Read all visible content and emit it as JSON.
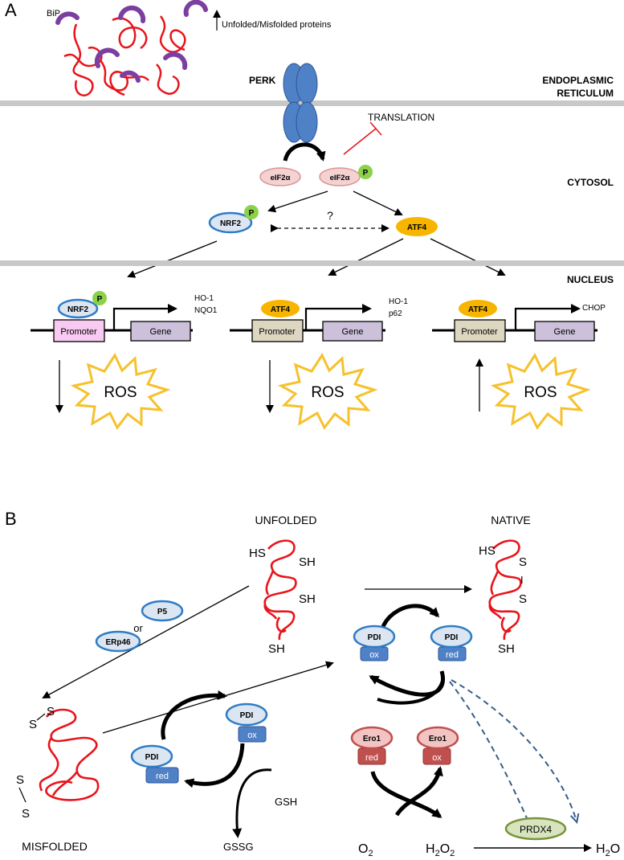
{
  "panel_a": {
    "label": "A",
    "bip": "BiP",
    "unfolded_note": "Unfolded/Misfolded proteins",
    "perk": "PERK",
    "er_label_1": "ENDOPLASMIC",
    "er_label_2": "RETICULUM",
    "translation": "TRANSLATION",
    "eif2a": "eIF2α",
    "eif2a_p": "eIF2α",
    "p": "P",
    "cytosol": "CYTOSOL",
    "nrf2": "NRF2",
    "atf4": "ATF4",
    "question": "?",
    "nucleus": "NUCLEUS",
    "promoter": "Promoter",
    "gene": "Gene",
    "ros": "ROS",
    "targets_nrf2": [
      "HO-1",
      "NQO1"
    ],
    "targets_atf4_1": [
      "HO-1",
      "p62"
    ],
    "targets_atf4_2": [
      "CHOP"
    ]
  },
  "panel_b": {
    "label": "B",
    "unfolded": "UNFOLDED",
    "native": "NATIVE",
    "misfolded": "MISFOLDED",
    "hs": "HS",
    "sh": "SH",
    "s": "S",
    "bond": "I",
    "sbond": "|",
    "p5": "P5",
    "or": "or",
    "erp46": "ERp46",
    "pdi": "PDI",
    "ox": "ox",
    "red": "red",
    "ero1": "Ero1",
    "gsh": "GSH",
    "gssg": "GSSG",
    "prdx4": "PRDX4",
    "o2": "O",
    "o2_sub": "2",
    "h2o2_h": "H",
    "h2o2_sub1": "2",
    "h2o2_o": "O",
    "h2o2_sub2": "2",
    "h2o_h": "H",
    "h2o_sub": "2",
    "h2o_o": "O"
  },
  "colors": {
    "membrane": "#c8c8c8",
    "perk": "#4f81c7",
    "protein": "#e8141b",
    "bip": "#7b3fa0",
    "eif2": "#f4d2d2",
    "p_badge": "#8cd14a",
    "nrf2": "#dce6f2",
    "atf4": "#f7b500",
    "promoter_nrf2": "#f8c9f1",
    "promoter_atf4": "#ddd6c1",
    "gene": "#ccc0da",
    "ros_outline": "#f6c12b",
    "pdi_top": "#dce6f2",
    "pdi_bottom": "#4f81c7",
    "ero1_top": "#f2c4c3",
    "ero1_bottom": "#c0504d",
    "prdx4": "#d7e4bd",
    "dashed": "#375d8c"
  }
}
